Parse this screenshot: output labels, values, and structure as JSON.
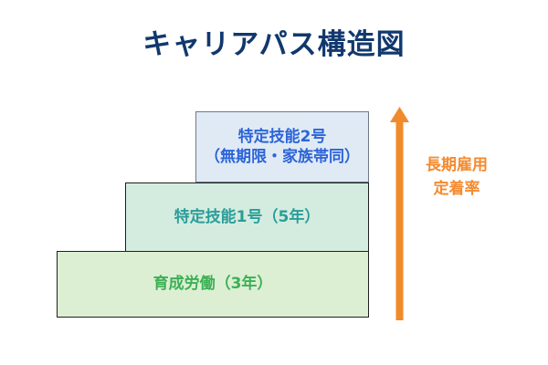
{
  "page": {
    "title": "キャリアパス構造図",
    "background_color": "#ffffff",
    "title_color": "#11386e"
  },
  "steps": [
    {
      "id": "step-top",
      "tier": 3,
      "line1": "特定技能2号",
      "line2": "（無期限・家族帯同）",
      "fill_color": "#dfeaf5",
      "text_color": "#2d64d8",
      "border_color": "#6e7a85"
    },
    {
      "id": "step-mid",
      "tier": 2,
      "line1": "特定技能1号（5年）",
      "line2": "",
      "fill_color": "#d4ecdf",
      "text_color": "#2a9d9a",
      "border_color": "#20201f"
    },
    {
      "id": "step-bottom",
      "tier": 1,
      "line1": "育成労働（3年）",
      "line2": "",
      "fill_color": "#dcefd3",
      "text_color": "#3cb054",
      "border_color": "#20201f"
    }
  ],
  "arrow": {
    "direction": "up",
    "color": "#f18a2b",
    "label_line1": "長期雇用",
    "label_line2": "定着率",
    "label_color": "#f58a2e"
  }
}
